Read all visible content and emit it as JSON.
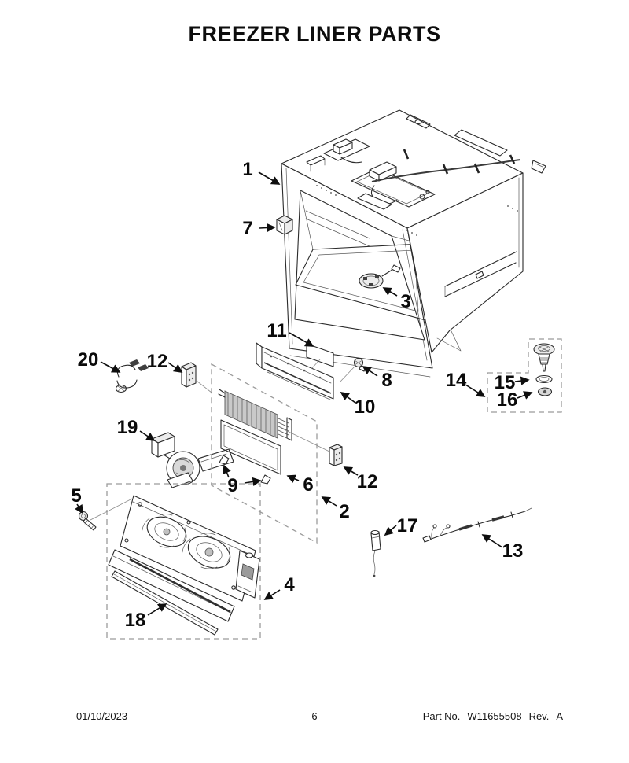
{
  "title": "FREEZER LINER PARTS",
  "footer": {
    "date": "01/10/2023",
    "page_number": "6",
    "part_no_label": "Part No.",
    "part_number": "W11655508",
    "revision_label": "Rev.",
    "revision": "A"
  },
  "diagram": {
    "type": "exploded_parts_diagram",
    "subject": "Freezer liner assembly, isometric line art with dashed assembly-group boxes",
    "callouts": [
      {
        "label": "1",
        "points_to": "freezer liner cabinet"
      },
      {
        "label": "7",
        "points_to": "switch on liner front flange"
      },
      {
        "label": "3",
        "points_to": "round module on liner floor"
      },
      {
        "label": "11",
        "points_to": "label plate above air duct"
      },
      {
        "label": "8",
        "points_to": "fastener clip"
      },
      {
        "label": "10",
        "points_to": "air duct cover"
      },
      {
        "label": "20",
        "points_to": "wire clip"
      },
      {
        "label": "12",
        "points_to": "connector block left"
      },
      {
        "label": "19",
        "points_to": "evaporator fan motor assembly"
      },
      {
        "label": "9",
        "points_to": "retainer clips"
      },
      {
        "label": "6",
        "points_to": "wire frame"
      },
      {
        "label": "2",
        "points_to": "evaporator assembly dashed group"
      },
      {
        "label": "12",
        "points_to": "connector block right"
      },
      {
        "label": "5",
        "points_to": "screw"
      },
      {
        "label": "4",
        "points_to": "evaporator cover assembly dashed group"
      },
      {
        "label": "18",
        "points_to": "trim strip"
      },
      {
        "label": "17",
        "points_to": "temperature sensor"
      },
      {
        "label": "13",
        "points_to": "wire harness"
      },
      {
        "label": "14",
        "points_to": "drain assembly dashed group"
      },
      {
        "label": "15",
        "points_to": "washer"
      },
      {
        "label": "16",
        "points_to": "grommet"
      }
    ]
  }
}
